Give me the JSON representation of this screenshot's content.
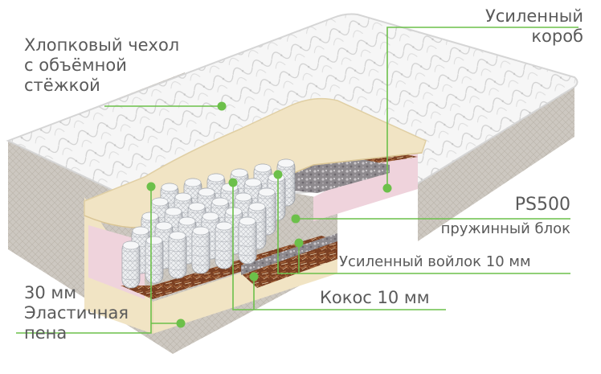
{
  "labels": {
    "cover": {
      "line1": "Хлопковый чехол",
      "line2": "с объёмной",
      "line3": "стёжкой"
    },
    "box": {
      "line1": "Усиленный",
      "line2": "короб"
    },
    "spring": {
      "model": "PS500",
      "desc": "пружинный блок"
    },
    "felt": "Усиленный войлок 10 мм",
    "coconut": "Кокос 10 мм",
    "foam": {
      "line1": "30 мм",
      "line2": "Эластичная",
      "line3": "пена"
    }
  },
  "colors": {
    "accent": "#6cc04a",
    "text": "#5a5a5a",
    "cover": "#f2f2f2",
    "side": "#cfcac3",
    "foam": "#f1e4c4",
    "pink": "#efd3dc",
    "coconut": "#7a3f22",
    "felt": "#8e8a8e",
    "spring": "#e9eaec"
  }
}
